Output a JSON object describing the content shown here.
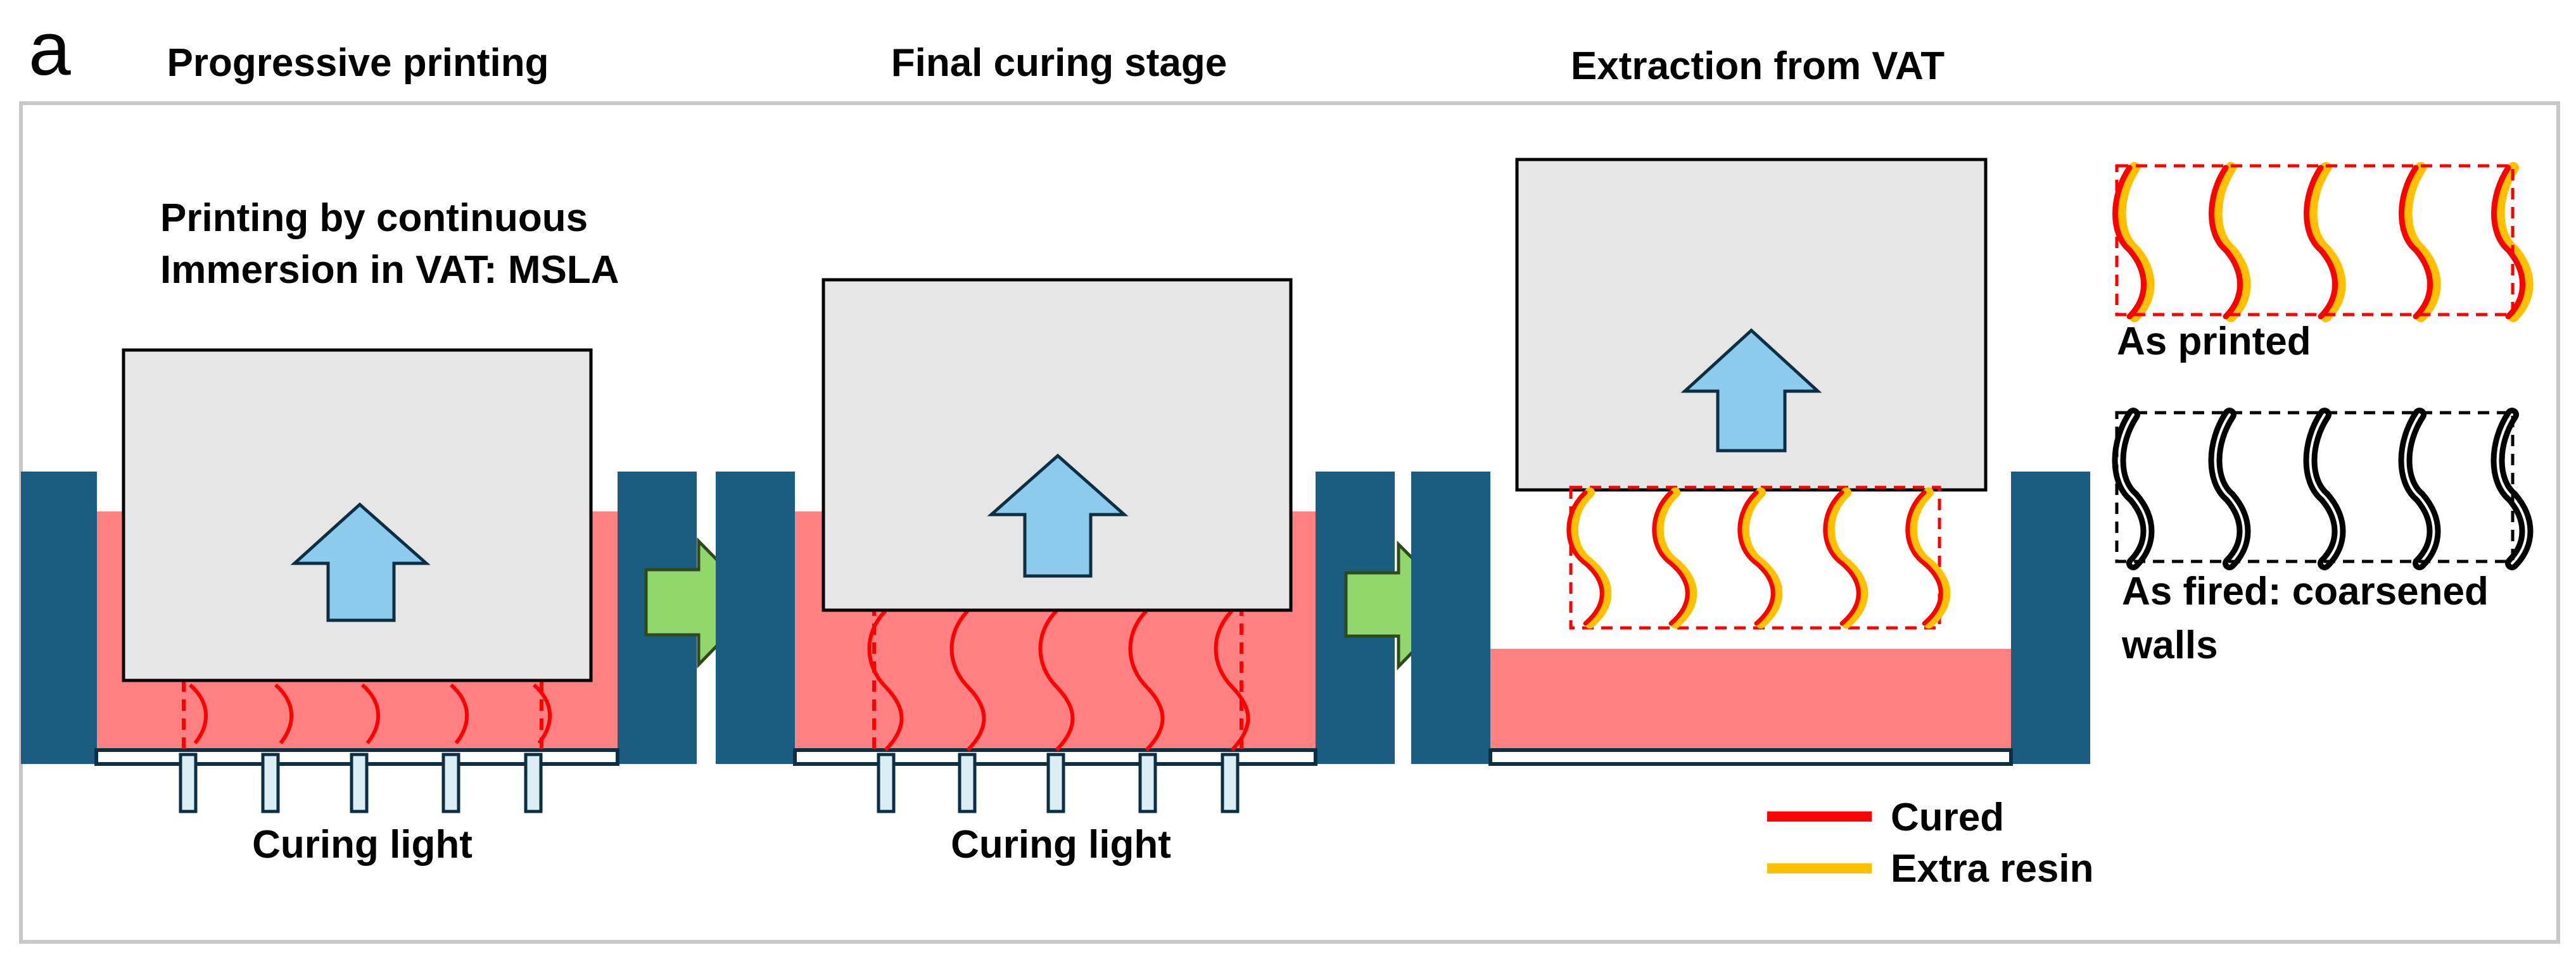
{
  "panel_label": "a",
  "stages": {
    "stage1_title": "Progressive printing",
    "stage2_title": "Final curing stage",
    "stage3_title": "Extraction from VAT"
  },
  "annotations": {
    "method_line1": "Printing by continuous",
    "method_line2": "Immersion in VAT: MSLA",
    "curing_light_1": "Curing light",
    "curing_light_2": "Curing light"
  },
  "insets": {
    "as_printed": "As printed",
    "as_fired_line1": "As fired: coarsened",
    "as_fired_line2": "walls"
  },
  "legend": {
    "cured_label": "Cured",
    "extra_resin_label": "Extra resin"
  },
  "colors": {
    "vat_wall": "#1b5d81",
    "resin": "#ff8181",
    "build_plate": "#e6e6e6",
    "up_arrow": "#8ccbec",
    "transition_arrow": "#92d76c",
    "cured": "#ff0000",
    "extra_resin": "#ffc000",
    "fired": "#000000",
    "light_beam": "#dbeef4"
  },
  "icons": {
    "up_arrow": "up-arrow-icon",
    "next_arrow": "right-arrow-icon"
  }
}
